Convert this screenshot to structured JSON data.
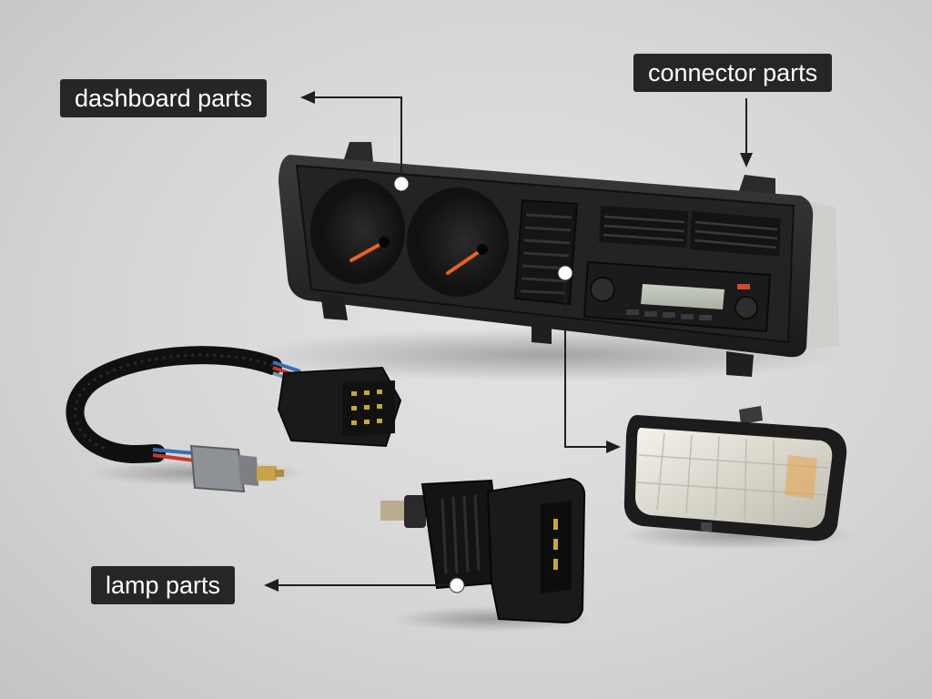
{
  "labels": {
    "dashboard": "dashboard parts",
    "connector": "connector parts",
    "lamp": "lamp parts"
  },
  "objects": {
    "instrument_panel": "dashboard-cluster-with-gauges-vents-radio",
    "wire_harness": "pigtail-harness-with-connector-and-sensor",
    "sensor": "black-sensor-with-multi-pin-plug",
    "headlamp": "rectangular-headlamp"
  },
  "colors": {
    "label_bg": "#262626",
    "label_text": "#ffffff",
    "leader_line": "#1e1e1e",
    "marker": "#ffffff",
    "background": "#d6d6d6"
  }
}
